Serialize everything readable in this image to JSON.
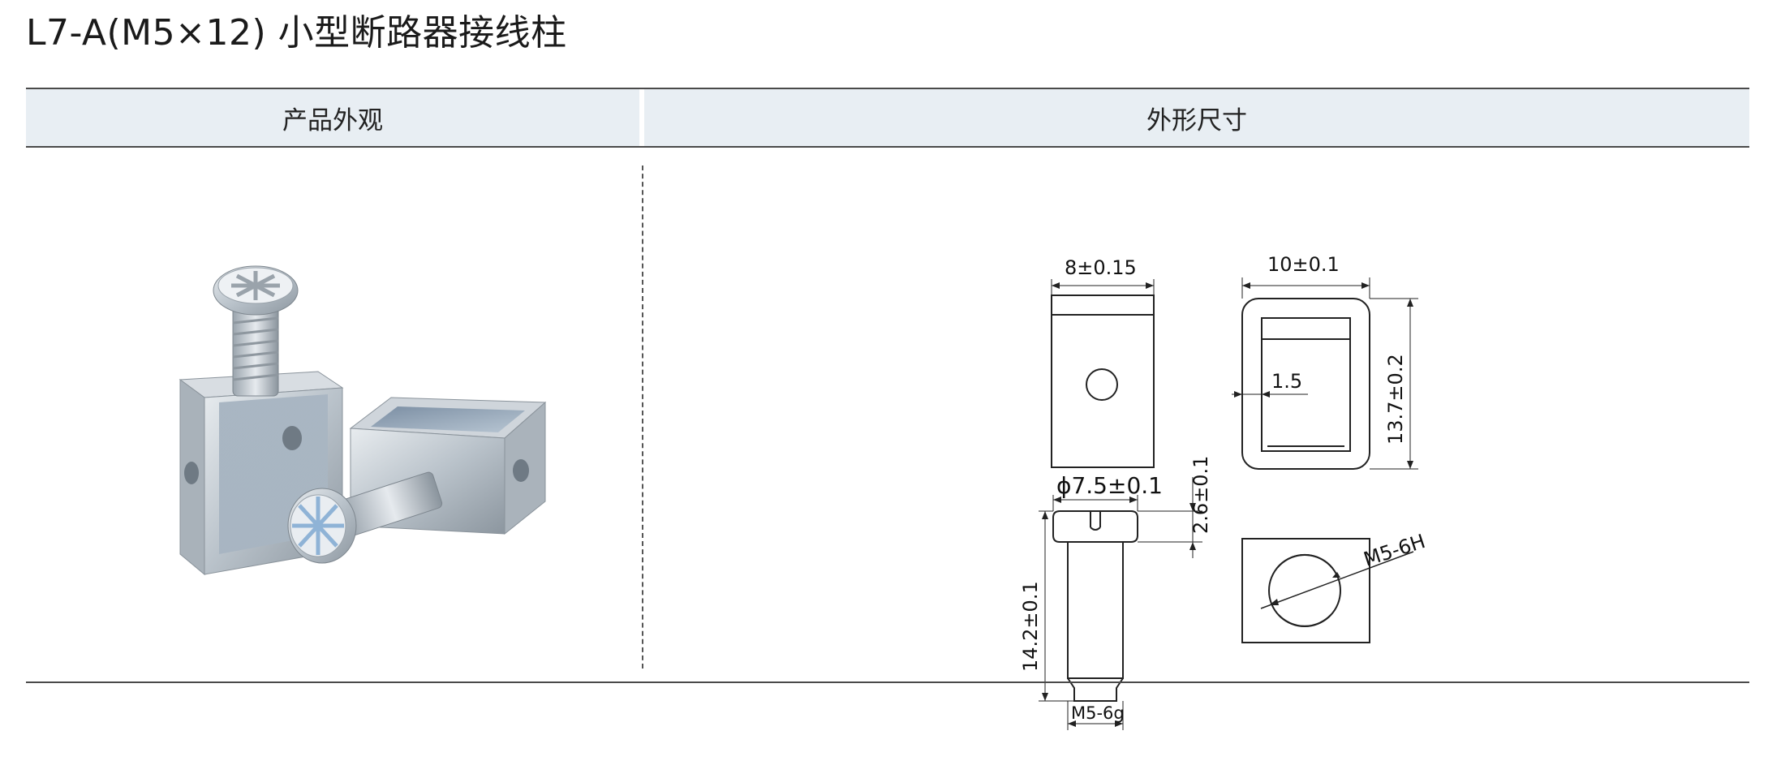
{
  "page": {
    "title": "L7-A(M5×12) 小型断路器接线柱"
  },
  "table": {
    "headers": {
      "appearance": "产品外观",
      "dimensions": "外形尺寸"
    }
  },
  "drawing": {
    "labels": {
      "top_width": "8±0.15",
      "side_width": "10±0.1",
      "side_height": "13.7±0.2",
      "wall": "1.5",
      "head_diameter": "ϕ7.5±0.1",
      "head_height": "2.6±0.1",
      "screw_length": "14.2±0.1",
      "screw_thread": "M5-6g",
      "nut_thread": "M5-6H"
    }
  }
}
